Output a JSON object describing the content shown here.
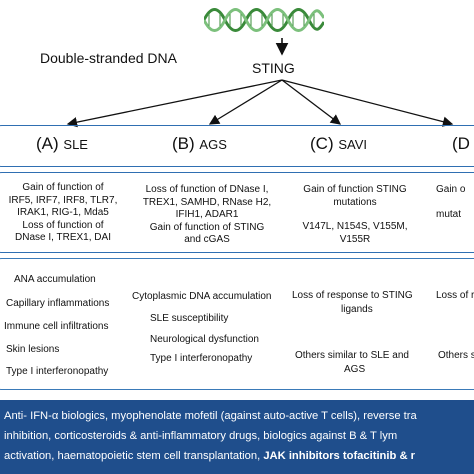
{
  "diagram": {
    "dna_label": "Double-stranded DNA",
    "sting_label": "STING",
    "columns": [
      {
        "letter": "(A)",
        "name": "SLE",
        "genes": [
          "Gain of function of",
          "IRF5, IRF7, IRF8, TLR7,",
          "IRAK1, RIG-1, Mda5",
          "Loss of function of",
          "DNase I, TREX1, DAI"
        ],
        "symptoms": [
          "ANA accumulation",
          "Capillary inflammations",
          "Immune cell infiltrations",
          "Skin lesions",
          "Type I interferonopathy"
        ]
      },
      {
        "letter": "(B)",
        "name": "AGS",
        "genes": [
          "Loss of function of DNase I,",
          "TREX1, SAMHD, RNase H2,",
          "IFIH1, ADAR1",
          "Gain of function of STING",
          "and cGAS"
        ],
        "symptoms": [
          "Cytoplasmic DNA accumulation",
          "SLE susceptibility",
          "Neurological dysfunction",
          "Type I interferonopathy"
        ]
      },
      {
        "letter": "(C)",
        "name": "SAVI",
        "genes": [
          "Gain of function STING",
          "mutations",
          "V147L, N154S, V155M,",
          "V155R"
        ],
        "symptoms": [
          "Loss of response to STING",
          "ligands",
          "Others similar to SLE and",
          "AGS"
        ]
      },
      {
        "letter": "(D",
        "name": "",
        "genes": [
          "Gain o",
          "mutat"
        ],
        "symptoms": [
          "Loss of r",
          "Others s"
        ]
      }
    ],
    "therapy": {
      "line1": "Anti- IFN-α biologics, myophenolate mofetil (against auto-active T cells), reverse tra",
      "line2": "inhibition, corticosteroids & anti-inflammatory drugs, biologics against B & T lym",
      "line3_plain": "activation, haematopoietic stem cell transplantation, ",
      "line3_bold": "JAK inhibitors tofacitinib & r"
    },
    "colors": {
      "box_border": "#2f6fb2",
      "banner": "#1f4e8c",
      "helix": "#3a8a3a"
    }
  }
}
